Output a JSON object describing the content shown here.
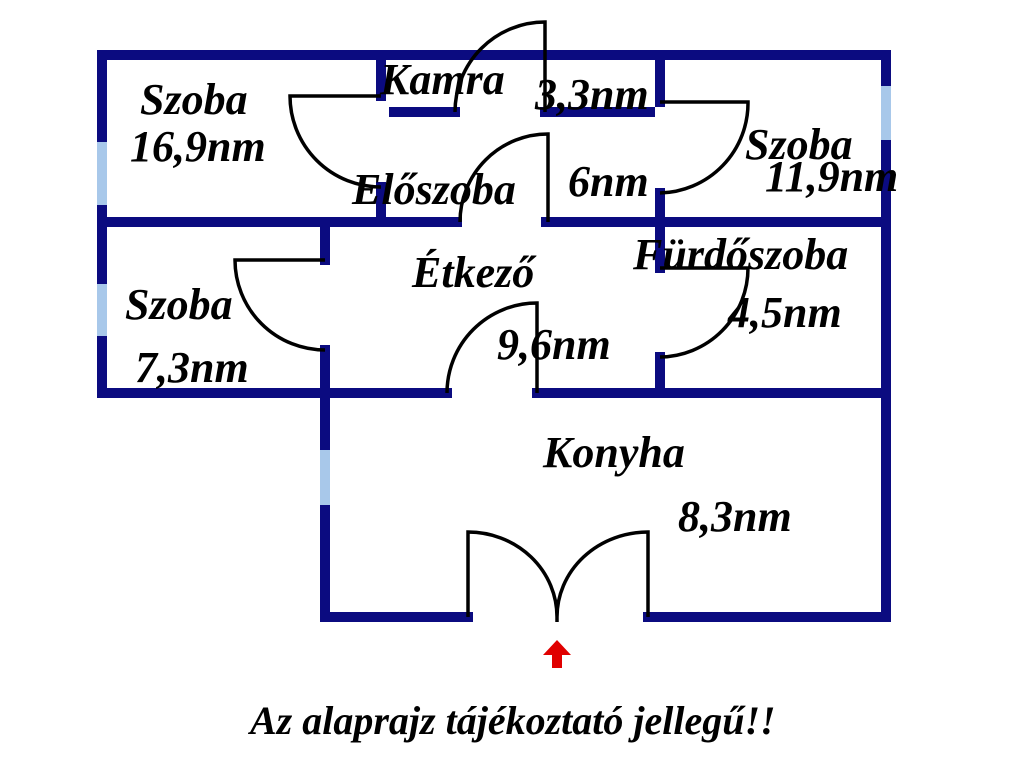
{
  "rooms": {
    "szoba1": {
      "name": "Szoba",
      "area": "16,9nm"
    },
    "kamra": {
      "name": "Kamra",
      "area": "3,3nm"
    },
    "eloszoba": {
      "name": "Előszoba",
      "area": "6nm"
    },
    "szoba2": {
      "name": "Szoba",
      "area": "11,9nm"
    },
    "etkezo": {
      "name": "Étkező",
      "area": "9,6nm"
    },
    "furdoszoba": {
      "name": "Fürdőszoba",
      "area": "4,5nm"
    },
    "szoba3": {
      "name": "Szoba",
      "area": "7,3nm"
    },
    "konyha": {
      "name": "Konyha",
      "area": "8,3nm"
    }
  },
  "note": "Az alaprajz tájékoztató jellegű!!",
  "colors": {
    "wall": "#0b0b80",
    "window": "#a8c8ea",
    "entrance_arrow": "#e00000"
  }
}
